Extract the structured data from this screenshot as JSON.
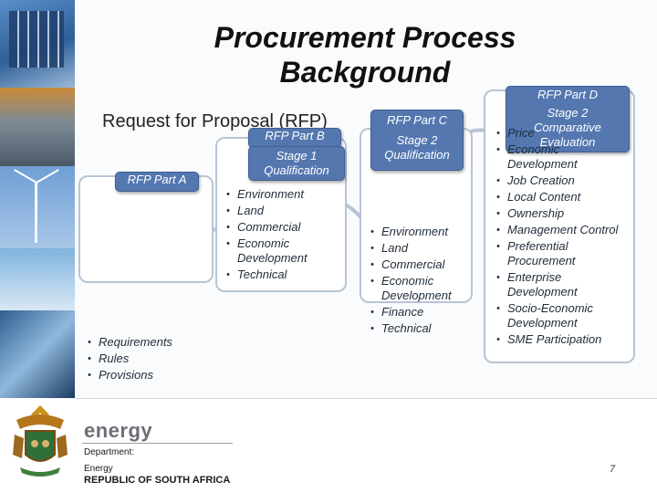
{
  "title_line1": "Procurement Process",
  "title_line2": "Background",
  "subtitle": "Request for Proposal (RFP)",
  "part_a": {
    "header": "RFP Part A",
    "items": [
      "Requirements",
      "Rules",
      "Provisions"
    ]
  },
  "part_b": {
    "header": "RFP Part B",
    "stage": "Stage 1",
    "stage_name": "Qualification",
    "items": [
      "Environment",
      "Land",
      "Commercial",
      "Economic Development",
      "Technical"
    ]
  },
  "part_c": {
    "header": "RFP Part C",
    "stage": "Stage 2",
    "stage_name": "Qualification",
    "items": [
      "Environment",
      "Land",
      "Commercial",
      "Economic Development",
      "Finance",
      "Technical"
    ]
  },
  "part_d": {
    "header": "RFP Part D",
    "stage": "Stage 2",
    "stage_name": "Comparative",
    "stage_name2": "Evaluation",
    "items": [
      "Price",
      "Economic Development",
      "Job Creation",
      "Local Content",
      "Ownership",
      "Management Control",
      "Preferential Procurement",
      "Enterprise Development",
      "Socio-Economic Development",
      "SME Participation"
    ]
  },
  "footer": {
    "brand": "energy",
    "department_label": "Department:",
    "department_name": "Energy",
    "country": "REPUBLIC OF SOUTH AFRICA",
    "page_number": "7"
  },
  "colors": {
    "header_fill": "#5477b0",
    "box_border": "#b7c4d6",
    "brand_green": "#1c7f52"
  }
}
